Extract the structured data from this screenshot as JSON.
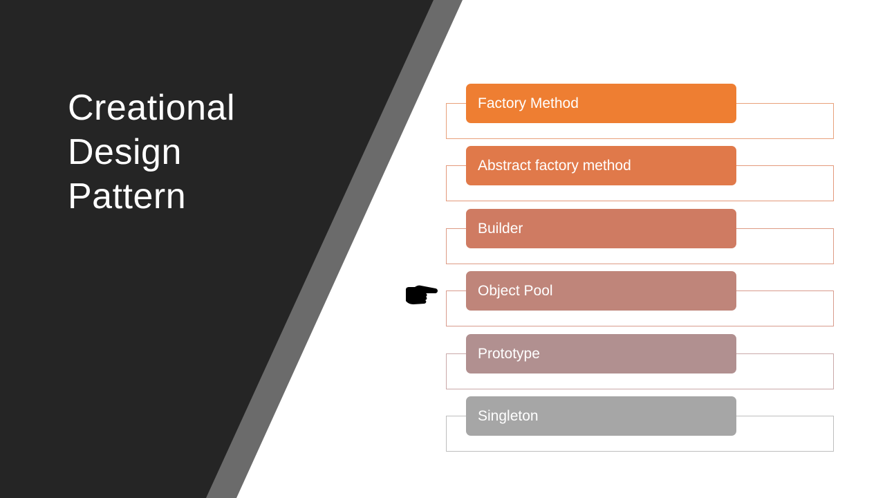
{
  "slide": {
    "title_lines": [
      "Creational",
      "Design",
      "Pattern"
    ]
  },
  "colors": {
    "dark_panel": "#252525",
    "stripe": "#6b6b6b",
    "background": "#ffffff"
  },
  "items": [
    {
      "label": "Factory Method",
      "color": "#ee7e32",
      "frame_color": "#e8a07a"
    },
    {
      "label": "Abstract factory method",
      "color": "#e0794a",
      "frame_color": "#e3987a"
    },
    {
      "label": "Builder",
      "color": "#cf7b62",
      "frame_color": "#dd9a84"
    },
    {
      "label": "Object Pool",
      "color": "#bf857a",
      "frame_color": "#d89a8c"
    },
    {
      "label": "Prototype",
      "color": "#b19090",
      "frame_color": "#c9a8a8"
    },
    {
      "label": "Singleton",
      "color": "#a6a6a6",
      "frame_color": "#bdbdbd"
    }
  ],
  "pointer": {
    "icon": "pointing-hand-icon",
    "target_index": 3
  }
}
